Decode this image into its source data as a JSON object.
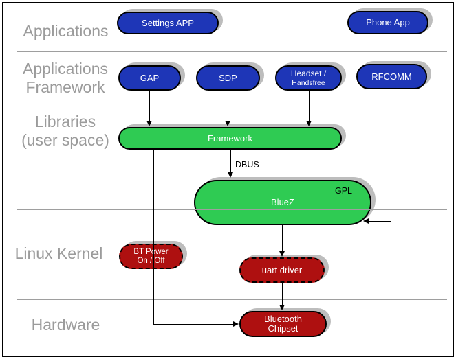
{
  "layer_labels": [
    {
      "id": "applications",
      "line1": "Applications",
      "line2": ""
    },
    {
      "id": "applications-framework",
      "line1": "Applications",
      "line2": "Framework"
    },
    {
      "id": "libraries",
      "line1": "Libraries",
      "line2": "(user space)"
    },
    {
      "id": "linux-kernel",
      "line1": "Linux Kernel",
      "line2": ""
    },
    {
      "id": "hardware",
      "line1": "Hardware",
      "line2": ""
    }
  ],
  "nodes": {
    "settings_app": {
      "label": "Settings APP"
    },
    "phone_app": {
      "label": "Phone App"
    },
    "gap": {
      "label": "GAP"
    },
    "sdp": {
      "label": "SDP"
    },
    "headset": {
      "line1": "Headset /",
      "line2": "Handsfree"
    },
    "rfcomm": {
      "label": "RFCOMM"
    },
    "framework": {
      "label": "Framework"
    },
    "bluez": {
      "label": "BlueZ",
      "badge": "GPL"
    },
    "bt_power": {
      "line1": "BT Power",
      "line2": "On / Off"
    },
    "uart_driver": {
      "label": "uart driver"
    },
    "bluetooth_chipset": {
      "line1": "Bluetooth",
      "line2": "Chipset"
    }
  },
  "edge_labels": {
    "dbus": "DBUS"
  },
  "colors": {
    "app_node_blue": "#1e36b7",
    "userspace_node_green": "#2fcb53",
    "kernel_node_red": "#ae1010",
    "row_label_gray": "#9b9b9b",
    "divider_gray": "#9e9e9e",
    "shadow_gray": "#bdbdbd"
  }
}
